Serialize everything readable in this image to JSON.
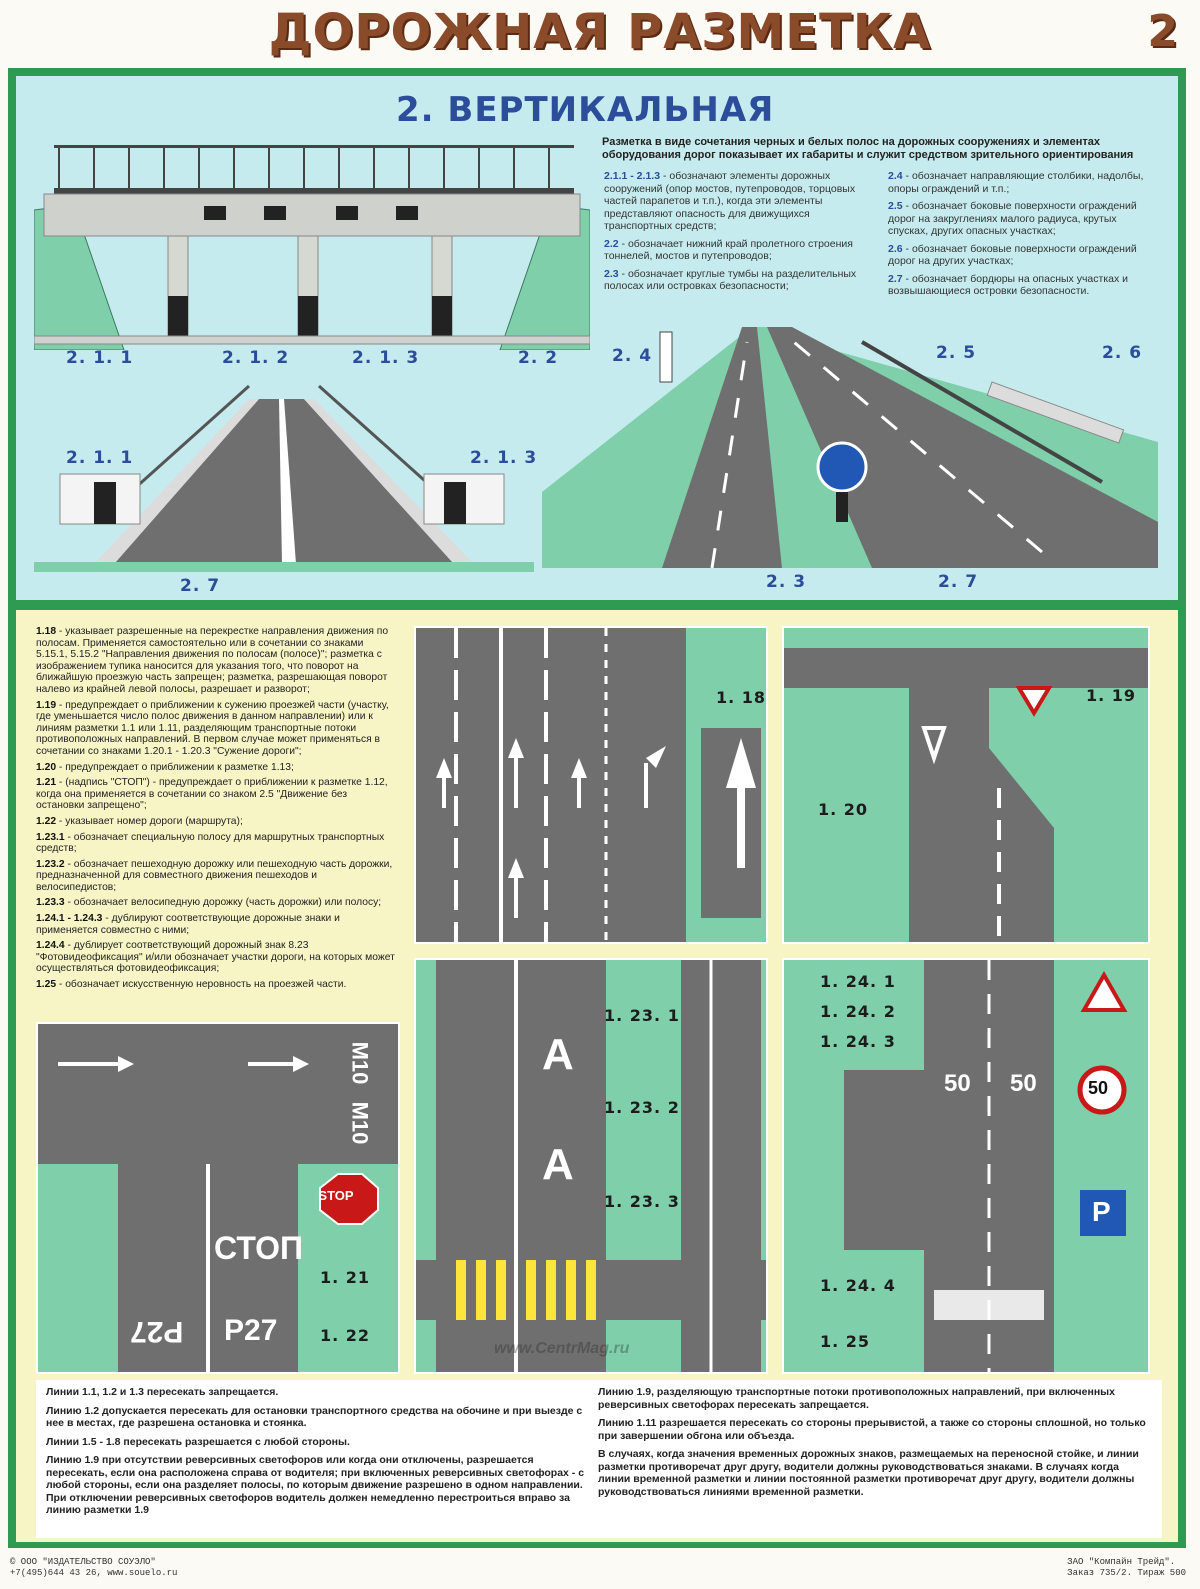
{
  "header": {
    "title": "ДОРОЖНАЯ РАЗМЕТКА",
    "page_number": "2"
  },
  "section": {
    "title": "2. ВЕРТИКАЛЬНАЯ",
    "intro": "Разметка в виде сочетания черных и белых полос на дорожных сооружениях и элементах оборудования дорог показывает их габариты и служит средством зрительного ориентирования",
    "descriptions_left": [
      {
        "code": "2.1.1 - 2.1.3",
        "text": " - обозначают элементы дорожных сооружений (опор мостов, путепроводов, торцовых частей парапетов и т.п.), когда эти элементы представляют опасность для движущихся транспортных средств;"
      },
      {
        "code": "2.2",
        "text": " - обозначает нижний край пролетного строения тоннелей, мостов и путепроводов;"
      },
      {
        "code": "2.3",
        "text": " - обозначает круглые тумбы на разделительных полосах или островках безопасности;"
      }
    ],
    "descriptions_right": [
      {
        "code": "2.4",
        "text": " - обозначает направляющие столбики, надолбы, опоры ограждений и т.п.;"
      },
      {
        "code": "2.5",
        "text": " - обозначает боковые поверхности ограждений дорог на закруглениях малого радиуса, крутых спусках, других опасных участках;"
      },
      {
        "code": "2.6",
        "text": " - обозначает боковые поверхности ограждений дорог на других участках;"
      },
      {
        "code": "2.7",
        "text": " - обозначает бордюры на опасных участках и возвышающиеся островки безопасности."
      }
    ],
    "labels": {
      "l211a": "2. 1. 1",
      "l212": "2. 1. 2",
      "l213a": "2. 1. 3",
      "l22": "2. 2",
      "l211b": "2. 1. 1",
      "l213b": "2. 1. 3",
      "l27a": "2. 7",
      "l24": "2. 4",
      "l25": "2. 5",
      "l26": "2. 6",
      "l23": "2. 3",
      "l27b": "2. 7"
    }
  },
  "horizontal_text": [
    {
      "code": "1.18",
      "text": " - указывает разрешенные на перекрестке направления движения по полосам. Применяется самостоятельно или в сочетании со знаками 5.15.1, 5.15.2 \"Направления движения по полосам (полосе)\"; разметка с изображением тупика наносится для указания того, что поворот на ближайшую проезжую часть запрещен; разметка, разрешающая поворот налево из крайней левой полосы, разрешает и разворот;"
    },
    {
      "code": "1.19",
      "text": " - предупреждает о приближении к сужению проезжей части (участку, где уменьшается число полос движения в данном направлении) или к линиям разметки 1.1 или 1.11, разделяющим транспортные потоки противоположных направлений. В первом случае может применяться в сочетании со знаками 1.20.1 - 1.20.3 \"Сужение дороги\";"
    },
    {
      "code": "1.20",
      "text": " - предупреждает о приближении к разметке 1.13;"
    },
    {
      "code": "1.21",
      "text": " - (надпись \"СТОП\") - предупреждает о приближении к разметке 1.12, когда она применяется в сочетании со знаком 2.5 \"Движение без остановки запрещено\";"
    },
    {
      "code": "1.22",
      "text": " - указывает номер дороги (маршрута);"
    },
    {
      "code": "1.23.1",
      "text": " - обозначает специальную полосу для маршрутных транспортных средств;"
    },
    {
      "code": "1.23.2",
      "text": " - обозначает пешеходную дорожку или пешеходную часть дорожки, предназначенной для совместного движения пешеходов и велосипедистов;"
    },
    {
      "code": "1.23.3",
      "text": " - обозначает велосипедную дорожку (часть дорожки) или полосу;"
    },
    {
      "code": "1.24.1 - 1.24.3",
      "text": " - дублируют соответствующие дорожные знаки и применяется совместно с ними;"
    },
    {
      "code": "1.24.4",
      "text": " - дублирует соответствующий дорожный знак 8.23 \"Фотовидеофиксация\" и/или обозначает участки дороги, на которых может осуществляться фотовидеофиксация;"
    },
    {
      "code": "1.25",
      "text": " - обозначает искусственную неровность на проезжей части."
    }
  ],
  "scene_labels": {
    "l118": "1. 18",
    "l119": "1. 19",
    "l120": "1. 20",
    "l1231": "1. 23. 1",
    "l1232": "1. 23. 2",
    "l1233": "1. 23. 3",
    "l1241": "1. 24. 1",
    "l1242": "1. 24. 2",
    "l1243": "1. 24. 3",
    "l1244": "1. 24. 4",
    "l125": "1. 25",
    "l121": "1. 21",
    "l122": "1. 22",
    "stop_sign": "STOP",
    "stop_word": "СТОП",
    "route": "Р27",
    "m10": "M10",
    "bus_letter": "А",
    "speed": "50",
    "parking": "P"
  },
  "rules_left": [
    "Линии 1.1, 1.2 и 1.3 пересекать запрещается.",
    "Линию 1.2 допускается пересекать для остановки транспортного средства на обочине и при выезде с нее в местах, где разрешена остановка и стоянка.",
    "Линии 1.5 - 1.8 пересекать разрешается с любой стороны.",
    "Линию 1.9 при отсутствии реверсивных светофоров или когда они отключены, разрешается пересекать, если она расположена справа от водителя; при включенных реверсивных светофорах - с любой стороны, если она разделяет полосы, по которым движение разрешено в одном направлении. При отключении реверсивных светофоров водитель должен немедленно перестроиться вправо за линию разметки 1.9"
  ],
  "rules_right": [
    "Линию 1.9, разделяющую транспортные потоки противоположных направлений, при включенных реверсивных светофорах пересекать запрещается.",
    "Линию 1.11 разрешается пересекать со стороны прерывистой, а также со стороны сплошной, но только при завершении обгона или объезда.",
    "В случаях, когда значения временных дорожных знаков, размещаемых на переносной стойке, и линии разметки противоречат друг другу, водители должны руководствоваться знаками. В случаях когда линии временной разметки и линии постоянной разметки противоречат друг другу, водители должны руководствоваться линиями временной разметки."
  ],
  "footer": {
    "left1": "© ООО \"ИЗДАТЕЛЬСТВО СОУЭЛО\"",
    "left2": "+7(495)644 43 26, www.souelo.ru",
    "right1": "ЗАО \"Компайн Трейд\".",
    "right2": "Заказ 735/2. Тираж 500"
  },
  "watermark": "www.CentrMag.ru",
  "colors": {
    "title": "#8a4b2a",
    "accent": "#2b4d9a",
    "frame": "#2e9a52",
    "grass": "#7fcfab",
    "road": "#7a7a7a"
  }
}
